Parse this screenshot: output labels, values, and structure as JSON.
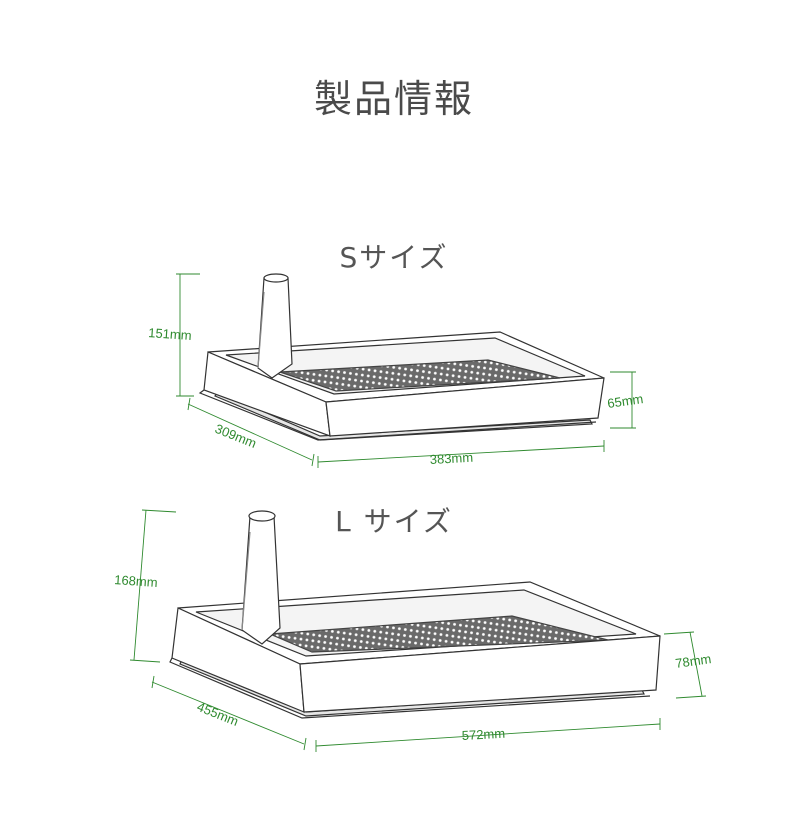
{
  "page": {
    "title": "製品情報"
  },
  "products": [
    {
      "size_label": "Sサイズ",
      "dims": {
        "height": "151mm",
        "depth": "309mm",
        "width": "383mm",
        "tray_height": "65mm"
      }
    },
    {
      "size_label": "L サイズ",
      "dims": {
        "height": "168mm",
        "depth": "455mm",
        "width": "572mm",
        "tray_height": "78mm"
      }
    }
  ],
  "colors": {
    "dimension": "#2f8a2f",
    "outline": "#333333",
    "text": "#4a4a4a"
  }
}
